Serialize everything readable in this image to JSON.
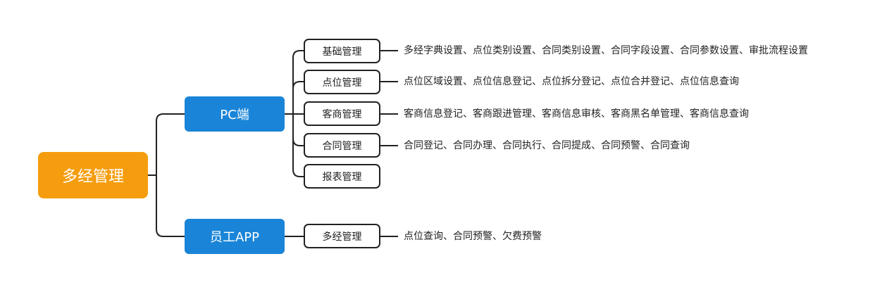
{
  "colors": {
    "root": "#f59d0e",
    "branch": "#1a85d8",
    "line": "#222222"
  },
  "root": {
    "label": "多经管理"
  },
  "branches": [
    {
      "label": "PC端",
      "children": [
        {
          "label": "基础管理",
          "detail": "多经字典设置、点位类别设置、合同类别设置、合同字段设置、合同参数设置、审批流程设置"
        },
        {
          "label": "点位管理",
          "detail": "点位区域设置、点位信息登记、点位拆分登记、点位合并登记、点位信息查询"
        },
        {
          "label": "客商管理",
          "detail": "客商信息登记、客商跟进管理、客商信息审核、客商黑名单管理、客商信息查询"
        },
        {
          "label": "合同管理",
          "detail": "合同登记、合同办理、合同执行、合同提成、合同预警、合同查询"
        },
        {
          "label": "报表管理",
          "detail": ""
        }
      ]
    },
    {
      "label": "员工APP",
      "children": [
        {
          "label": "多经管理",
          "detail": "点位查询、合同预警、欠费预警"
        }
      ]
    }
  ]
}
